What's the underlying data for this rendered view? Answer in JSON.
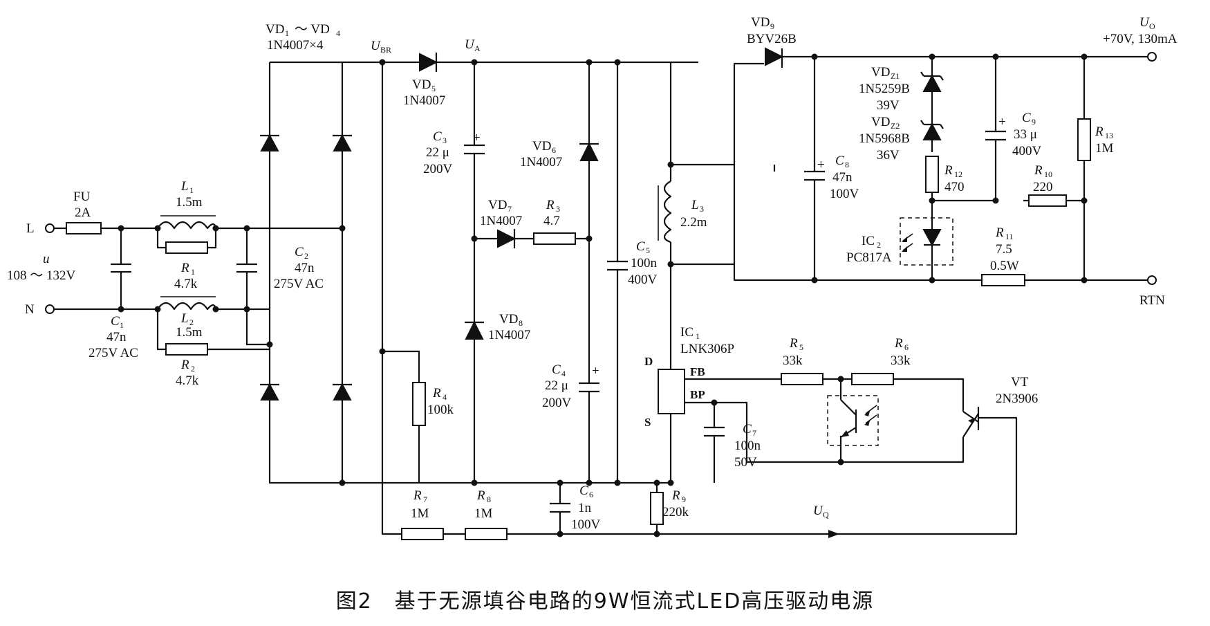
{
  "caption": "图2　基于无源填谷电路的9W恒流式LED高压驱动电源",
  "labels": {
    "L_terminal": "L",
    "N_terminal": "N",
    "u_in": "u",
    "u_range": "108 ～ 132V",
    "fu": "FU",
    "fu_val": "2A",
    "l1": "L",
    "l1_sub": "1",
    "l1_val": "1.5m",
    "r1": "R",
    "r1_sub": "1",
    "r1_val": "4.7k",
    "l2": "L",
    "l2_sub": "2",
    "l2_val": "1.5m",
    "r2": "R",
    "r2_sub": "2",
    "r2_val": "4.7k",
    "c1": "C",
    "c1_sub": "1",
    "c1_val1": "47n",
    "c1_val2": "275V AC",
    "c2": "C",
    "c2_sub": "2",
    "c2_val1": "47n",
    "c2_val2": "275V AC",
    "bridge_vd1": "VD",
    "bridge_sub1": "1",
    "bridge_tilde": "～ VD",
    "bridge_sub4": "4",
    "bridge_part": "1N4007×4",
    "ubr": "U",
    "ubr_sub": "BR",
    "ua": "U",
    "ua_sub": "A",
    "vd5": "VD",
    "vd5_sub": "5",
    "vd5_part": "1N4007",
    "c3": "C",
    "c3_sub": "3",
    "c3_val1": "22 μ",
    "c3_val2": "200V",
    "vd6": "VD",
    "vd6_sub": "6",
    "vd6_part": "1N4007",
    "vd7": "VD",
    "vd7_sub": "7",
    "vd7_part": "1N4007",
    "r3": "R",
    "r3_sub": "3",
    "r3_val": "4.7",
    "vd8": "VD",
    "vd8_sub": "8",
    "vd8_part": "1N4007",
    "c4": "C",
    "c4_sub": "4",
    "c4_val1": "22 μ",
    "c4_val2": "200V",
    "r4": "R",
    "r4_sub": "4",
    "r4_val": "100k",
    "c5": "C",
    "c5_sub": "5",
    "c5_val1": "100n",
    "c5_val2": "400V",
    "l3": "L",
    "l3_sub": "3",
    "l3_val": "2.2m",
    "r7": "R",
    "r7_sub": "7",
    "r7_val": "1M",
    "r8": "R",
    "r8_sub": "8",
    "r8_val": "1M",
    "c6": "C",
    "c6_sub": "6",
    "c6_val1": "1n",
    "c6_val2": "100V",
    "r9": "R",
    "r9_sub": "9",
    "r9_val": "220k",
    "uq": "U",
    "uq_sub": "Q",
    "ic1": "IC",
    "ic1_sub": "1",
    "ic1_part": "LNK306P",
    "pin_d": "D",
    "pin_fb": "FB",
    "pin_bp": "BP",
    "pin_s": "S",
    "c7": "C",
    "c7_sub": "7",
    "c7_val1": "100n",
    "c7_val2": "50V",
    "r5": "R",
    "r5_sub": "5",
    "r5_val": "33k",
    "r6": "R",
    "r6_sub": "6",
    "r6_val": "33k",
    "vt": "VT",
    "vt_part": "2N3906",
    "vd9": "VD",
    "vd9_sub": "9",
    "vd9_part": "BYV26B",
    "uo": "U",
    "uo_sub": "O",
    "uo_val": "+70V, 130mA",
    "rtn": "RTN",
    "c8": "C",
    "c8_sub": "8",
    "c8_val1": "47n",
    "c8_val2": "100V",
    "vdz1": "VD",
    "vdz1_sub": "Z1",
    "vdz1_part": "1N5259B",
    "vdz1_val": "39V",
    "vdz2": "VD",
    "vdz2_sub": "Z2",
    "vdz2_part": "1N5968B",
    "vdz2_val": "36V",
    "r12": "R",
    "r12_sub": "12",
    "r12_val": "470",
    "ic2": "IC",
    "ic2_sub": "2",
    "ic2_part": "PC817A",
    "c9": "C",
    "c9_sub": "9",
    "c9_val1": "33 μ",
    "c9_val2": "400V",
    "r13": "R",
    "r13_sub": "13",
    "r13_val": "1M",
    "r10": "R",
    "r10_sub": "10",
    "r10_val": "220",
    "r11": "R",
    "r11_sub": "11",
    "r11_val1": "7.5",
    "r11_val2": "0.5W",
    "plus": "+"
  }
}
